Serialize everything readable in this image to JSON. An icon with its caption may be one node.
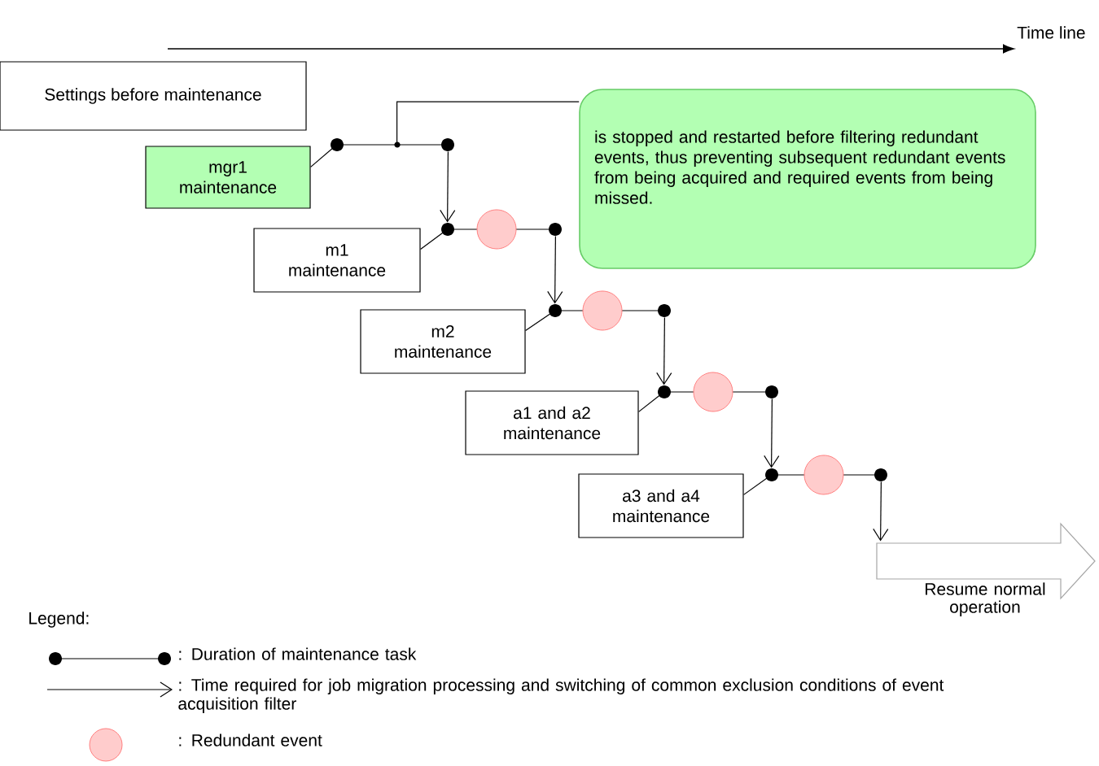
{
  "diagram": {
    "nodes": [
      {
        "text": [
          "Settings before maintenance"
        ]
      },
      {
        "text": [
          "mgr1 maintenance"
        ]
      },
      {
        "text": [
          "is stopped and restarted before filtering redundant events, thus preventing subsequent redundant events from being acquired and required events from being missed."
        ]
      },
      {
        "text": [
          "m1 maintenance"
        ]
      },
      {
        "text": [
          "m2 maintenance"
        ]
      },
      {
        "text": [
          "a1 and a2 maintenance"
        ]
      },
      {
        "text": [
          "a3 and a4 maintenance"
        ]
      },
      {
        "text": [],
        "shape": "bar"
      },
      {
        "text": [],
        "shape": "bar"
      },
      {
        "text": [],
        "shape": "bar"
      },
      {
        "text": [],
        "shape": "bar"
      },
      {
        "text": [],
        "shape": "bar"
      },
      {
        "text": [
          "Resume normal operation"
        ]
      }
    ],
    "edges": [
      {
        "from": 7,
        "to": 8,
        "arrow": "to"
      },
      {
        "from": 8,
        "to": 9,
        "arrow": "to"
      },
      {
        "from": 9,
        "to": 10,
        "arrow": "to"
      },
      {
        "from": 10,
        "to": 11,
        "arrow": "to"
      },
      {
        "from": 11,
        "to": 12,
        "arrow": "to"
      },
      {
        "from": 1,
        "to": 7,
        "arrow": "none"
      },
      {
        "from": 3,
        "to": 8,
        "arrow": "none"
      },
      {
        "from": 4,
        "to": 9,
        "arrow": "none"
      },
      {
        "from": 5,
        "to": 10,
        "arrow": "none"
      },
      {
        "from": 6,
        "to": 11,
        "arrow": "none"
      },
      {
        "from": 2,
        "to": 7,
        "arrow": "none"
      }
    ],
    "labels": [
      "Time line",
      "Legend:"
    ],
    "legend": [
      {
        "text": ": Duration of maintenance task"
      },
      {
        "text": ": Time required for job migration processing and switching of common exclusion conditions of event acquisition filter"
      },
      {
        "text": ": Redundant event",
        "color": "#ffcccc"
      }
    ]
  }
}
